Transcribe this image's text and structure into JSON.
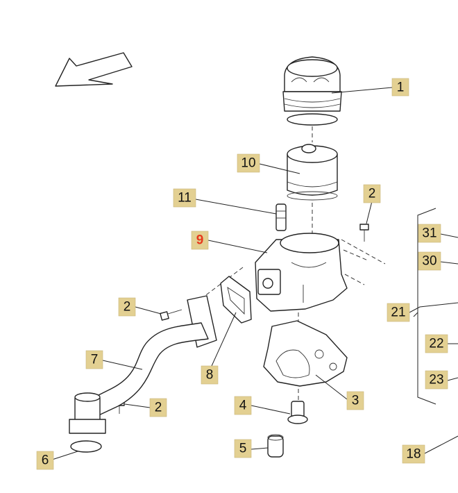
{
  "callouts": [
    {
      "id": "c1",
      "label": "1"
    },
    {
      "id": "c10",
      "label": "10"
    },
    {
      "id": "c11",
      "label": "11"
    },
    {
      "id": "c2a",
      "label": "2"
    },
    {
      "id": "c9",
      "label": "9",
      "highlight": true
    },
    {
      "id": "c2b",
      "label": "2"
    },
    {
      "id": "c7",
      "label": "7"
    },
    {
      "id": "c8",
      "label": "8"
    },
    {
      "id": "c2c",
      "label": "2"
    },
    {
      "id": "c4",
      "label": "4"
    },
    {
      "id": "c3",
      "label": "3"
    },
    {
      "id": "c6",
      "label": "6"
    },
    {
      "id": "c5",
      "label": "5"
    },
    {
      "id": "c31",
      "label": "31"
    },
    {
      "id": "c30",
      "label": "30"
    },
    {
      "id": "c21",
      "label": "21"
    },
    {
      "id": "c22",
      "label": "22"
    },
    {
      "id": "c23",
      "label": "23"
    },
    {
      "id": "c18",
      "label": "18"
    }
  ],
  "colors": {
    "callout_fill": "#e3d092",
    "highlight_text": "#e63a1d",
    "line": "#222222"
  },
  "icons": {
    "direction_arrow": "arrow-icon"
  }
}
